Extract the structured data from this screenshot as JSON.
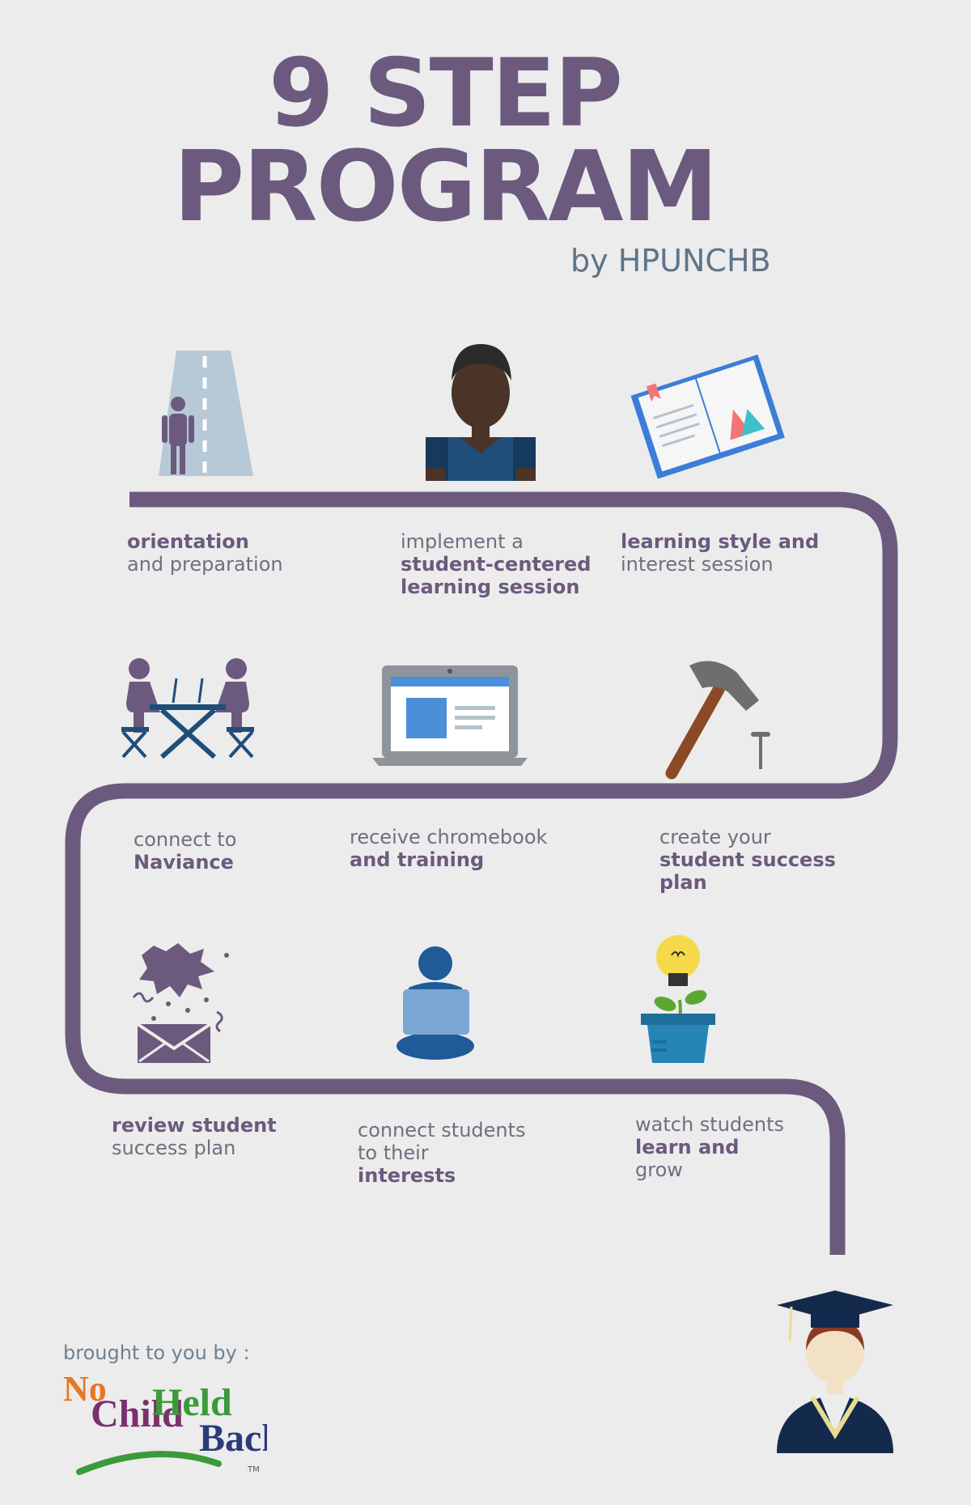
{
  "header": {
    "title_line1": "9 STEP",
    "title_line2": "PROGRAM",
    "byline": "by HPUNCHB"
  },
  "steps": [
    {
      "lines": [
        {
          "text": "orientation",
          "bold": true
        },
        {
          "text": "and preparation",
          "bold": false
        }
      ]
    },
    {
      "lines": [
        {
          "text": "implement a",
          "bold": false
        },
        {
          "text": "student-centered",
          "bold": true
        },
        {
          "text": "learning session",
          "bold": true
        }
      ]
    },
    {
      "lines": [
        {
          "text": "learning style and",
          "bold": true
        },
        {
          "text": "interest session",
          "bold": false
        }
      ]
    },
    {
      "lines": [
        {
          "text": "connect to",
          "bold": false
        },
        {
          "text": "Naviance",
          "bold": true
        }
      ]
    },
    {
      "lines": [
        {
          "text": "receive chromebook",
          "bold": false
        },
        {
          "text": "and training",
          "bold": true
        }
      ]
    },
    {
      "lines": [
        {
          "text": "create your",
          "bold": false
        },
        {
          "text": "student success",
          "bold": true
        },
        {
          "text": "plan",
          "bold": true
        }
      ]
    },
    {
      "lines": [
        {
          "text": "review student",
          "bold": true
        },
        {
          "text": "success plan",
          "bold": false
        }
      ]
    },
    {
      "lines": [
        {
          "text": "connect students",
          "bold": false
        },
        {
          "text": "to their",
          "bold": false
        },
        {
          "text": "interests",
          "bold": true
        }
      ]
    },
    {
      "lines": [
        {
          "text": "watch students",
          "bold": false
        },
        {
          "text": "learn and",
          "bold": true
        },
        {
          "text": "grow",
          "bold": false
        }
      ]
    }
  ],
  "footer": {
    "credit": "brought to you by :",
    "logo": {
      "w1": "No",
      "w2": "Child",
      "w3": "Held",
      "w4": "Back",
      "tm": "TM"
    }
  },
  "icons": [
    "road-icon",
    "student-avatar-icon",
    "open-book-icon",
    "meeting-table-icon",
    "laptop-icon",
    "hammer-nail-icon",
    "envelope-burst-icon",
    "person-laptop-icon",
    "lightbulb-plant-icon",
    "graduate-icon"
  ],
  "colors": {
    "path": "#6b5a7e",
    "title": "#6b5a7e",
    "byline": "#5f7488",
    "background": "#ececec"
  }
}
